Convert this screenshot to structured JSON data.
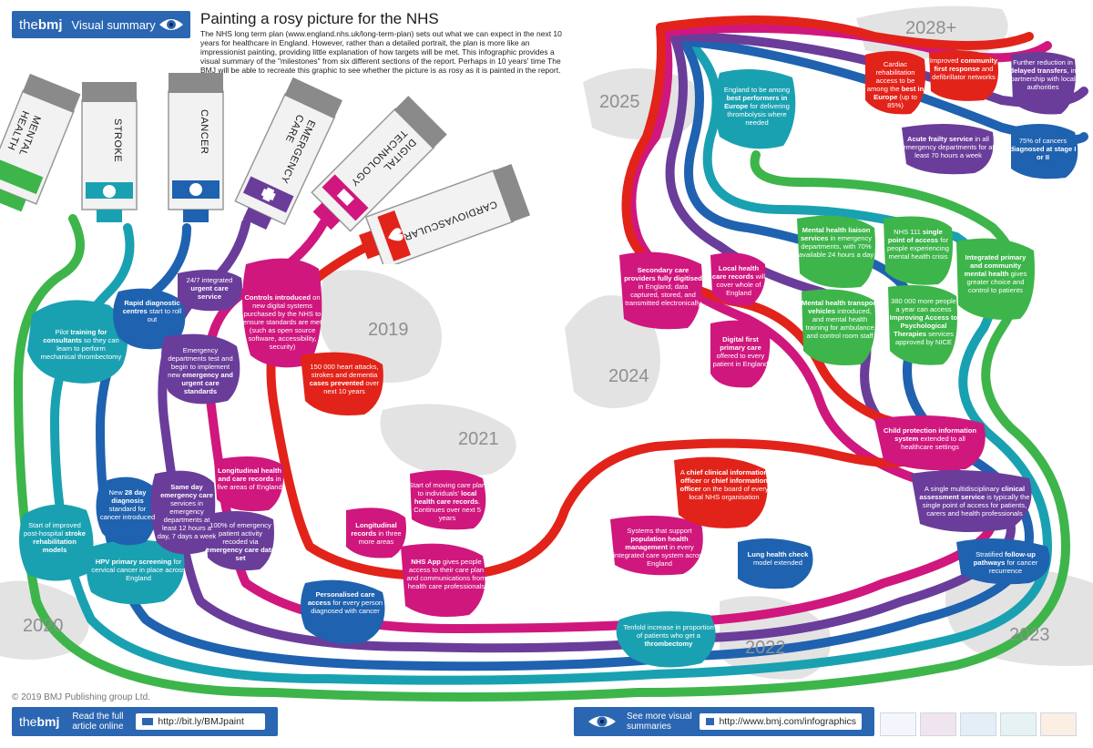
{
  "header": {
    "brand": "the bmj",
    "brand_thin": "the",
    "brand_bold": "bmj",
    "section": "Visual summary",
    "icon": "eye-icon",
    "title": "Painting a rosy picture for the NHS",
    "intro": "The NHS long term plan (www.england.nhs.uk/long-term-plan) sets out what we can expect in the next 10 years for healthcare in England. However, rather than a detailed portrait, the plan is more like an impressionist painting, providing little explanation of how targets will be met. This infographic provides a visual summary of the \"milestones\" from six different sections of the report. Perhaps in 10 years' time The BMJ will be able to recreate this graphic to see whether the picture is as rosy as it is painted in the report."
  },
  "tubes": [
    {
      "label": "MENTAL HEALTH",
      "line1": "MENTAL",
      "line2": "HEALTH",
      "color": "#3db54a",
      "icon": "brain-icon"
    },
    {
      "label": "STROKE",
      "line1": "STROKE",
      "line2": "",
      "color": "#1aa1b1",
      "icon": "drop-icon"
    },
    {
      "label": "CANCER",
      "line1": "CANCER",
      "line2": "",
      "color": "#1f62b0",
      "icon": "cell-icon"
    },
    {
      "label": "EMERGENCY CARE",
      "line1": "EMERGENCY",
      "line2": "CARE",
      "color": "#6a3d9a",
      "icon": "cross-icon"
    },
    {
      "label": "DIGITAL TECHNOLOGY",
      "line1": "DIGITAL",
      "line2": "TECHNOLOGY",
      "color": "#d0177e",
      "icon": "monitor-icon"
    },
    {
      "label": "CARDIOVASCULAR",
      "line1": "CARDIOVASCULAR",
      "line2": "",
      "color": "#e2231a",
      "icon": "heart-icon"
    }
  ],
  "years": [
    "2019",
    "2020",
    "2021",
    "2022",
    "2023",
    "2024",
    "2025",
    "2028+"
  ],
  "colors": {
    "green": "#3db54a",
    "teal": "#1aa1b1",
    "blue": "#1f62b0",
    "purple": "#6a3d9a",
    "magenta": "#d0177e",
    "red": "#e2231a",
    "grey_blob": "#e3e3e3",
    "bmj_blue": "#2a66b1"
  },
  "milestones": {
    "training": [
      "Pilot ",
      "training for consultants",
      " so they can learn to perform mechanical thrombectomy"
    ],
    "rapid": [
      "Rapid diagnostic centres",
      " start to roll out"
    ],
    "urgent247": [
      "24/7 integrated ",
      "urgent care service"
    ],
    "controls": [
      "Controls introduced",
      " on new digital systems purchased by the NHS to ensure standards are met (such as open source software, accessibility, security)"
    ],
    "heart": [
      "150 000 heart attacks, strokes and dementia ",
      "cases prevented",
      " over next 10 years"
    ],
    "emergency_std": [
      "Emergency departments test and begin to implement new ",
      "emergency and urgent care standards"
    ],
    "start_post": [
      "Start of improved post-hospital ",
      "stroke rehabilitation models"
    ],
    "diag28": [
      "New ",
      "28 day diagnosis",
      " standard for cancer introduced"
    ],
    "hpv": [
      "HPV primary screening",
      " for cervical cancer in place across England"
    ],
    "sameday": [
      "Same day emergency care",
      " services in emergency departments at least 12 hours a day, 7 days a week"
    ],
    "longit5": [
      "Longitudinal health and care records",
      " in five areas of England"
    ],
    "ecds": [
      "100% of emergency patient activity recoded via ",
      "emergency care data set"
    ],
    "personalised": [
      "Personalised care access",
      " for every person diagnosed with cancer"
    ],
    "longit3": [
      "Longitudinal records",
      " in three more areas"
    ],
    "moving": [
      "Start of moving care plan to individuals' ",
      "local health care records",
      ". Continues over next 5 years"
    ],
    "nhsapp": [
      "NHS App",
      " gives people access to their care plan and communications from health care professionals"
    ],
    "cio": [
      "A ",
      "chief clinical information officer",
      " or ",
      "chief information officer",
      " on the board of every local NHS organisation"
    ],
    "pophealth": [
      "Systems that support ",
      "population health management",
      " in every integrated care system across England"
    ],
    "tenfold": [
      "Tenfold increase in proportion of patients who get a ",
      "thrombectomy"
    ],
    "lung": [
      "Lung health check",
      " model extended"
    ],
    "child": [
      "Child protection information system",
      " extended to all healthcare settings"
    ],
    "cas": [
      "A single multidisciplinary ",
      "clinical assessment service",
      " is typically the single point of access for patients, carers and health professionals"
    ],
    "followup": [
      "Stratified ",
      "follow-up pathways",
      " for cancer recurrence"
    ],
    "secondary": [
      "Secondary care providers fully digitised",
      " in England; data captured, stored, and transmitted electronically"
    ],
    "localrec": [
      "Local health care records",
      " will cover whole of England"
    ],
    "digitalfirst": [
      "Digital first primary care",
      " offered to every patient in England"
    ],
    "liaison": [
      "Mental health liaison services",
      " in emergency departments, with 70% available 24 hours a day"
    ],
    "nhs111": [
      "NHS 111 ",
      "single point of access",
      " for people experiencing mental health crisis"
    ],
    "community_mh": [
      "Integrated primary and community mental health",
      " gives greater choice and control to patients"
    ],
    "transport": [
      "Mental health transport vehicles",
      " introduced, and mental health training for ambulance and control room staff"
    ],
    "iapt": [
      "380 000 more people a year can access ",
      "Improving Access to Psychological Therapies",
      " services approved by NICE"
    ],
    "best_performers": [
      "England to be among ",
      "best performers",
      " in Europe",
      " for delivering thrombolysis where needed"
    ],
    "cardiac_rehab": [
      "Cardiac rehabilitation access to be among the ",
      "best in Europe",
      " (up to 85%)"
    ],
    "first_response": [
      "Improved ",
      "community first response",
      " and defibrillator networks"
    ],
    "transfers": [
      "Further reduction in ",
      "delayed transfers",
      ", in partnership with local authorities"
    ],
    "frailty": [
      "Acute frailty service",
      " in all emergency departments for at least 70 hours a week"
    ],
    "stage12": [
      "75% of cancers ",
      "diagnosed at stage I or II"
    ]
  },
  "footer": {
    "copyright": "© 2019 BMJ Publishing group Ltd.",
    "read": "Read the full article online",
    "link1": "http://bit.ly/BMJpaint",
    "see_more": "See more visual summaries",
    "link2": "http://www.bmj.com/infographics",
    "link_icon": "link-icon"
  }
}
